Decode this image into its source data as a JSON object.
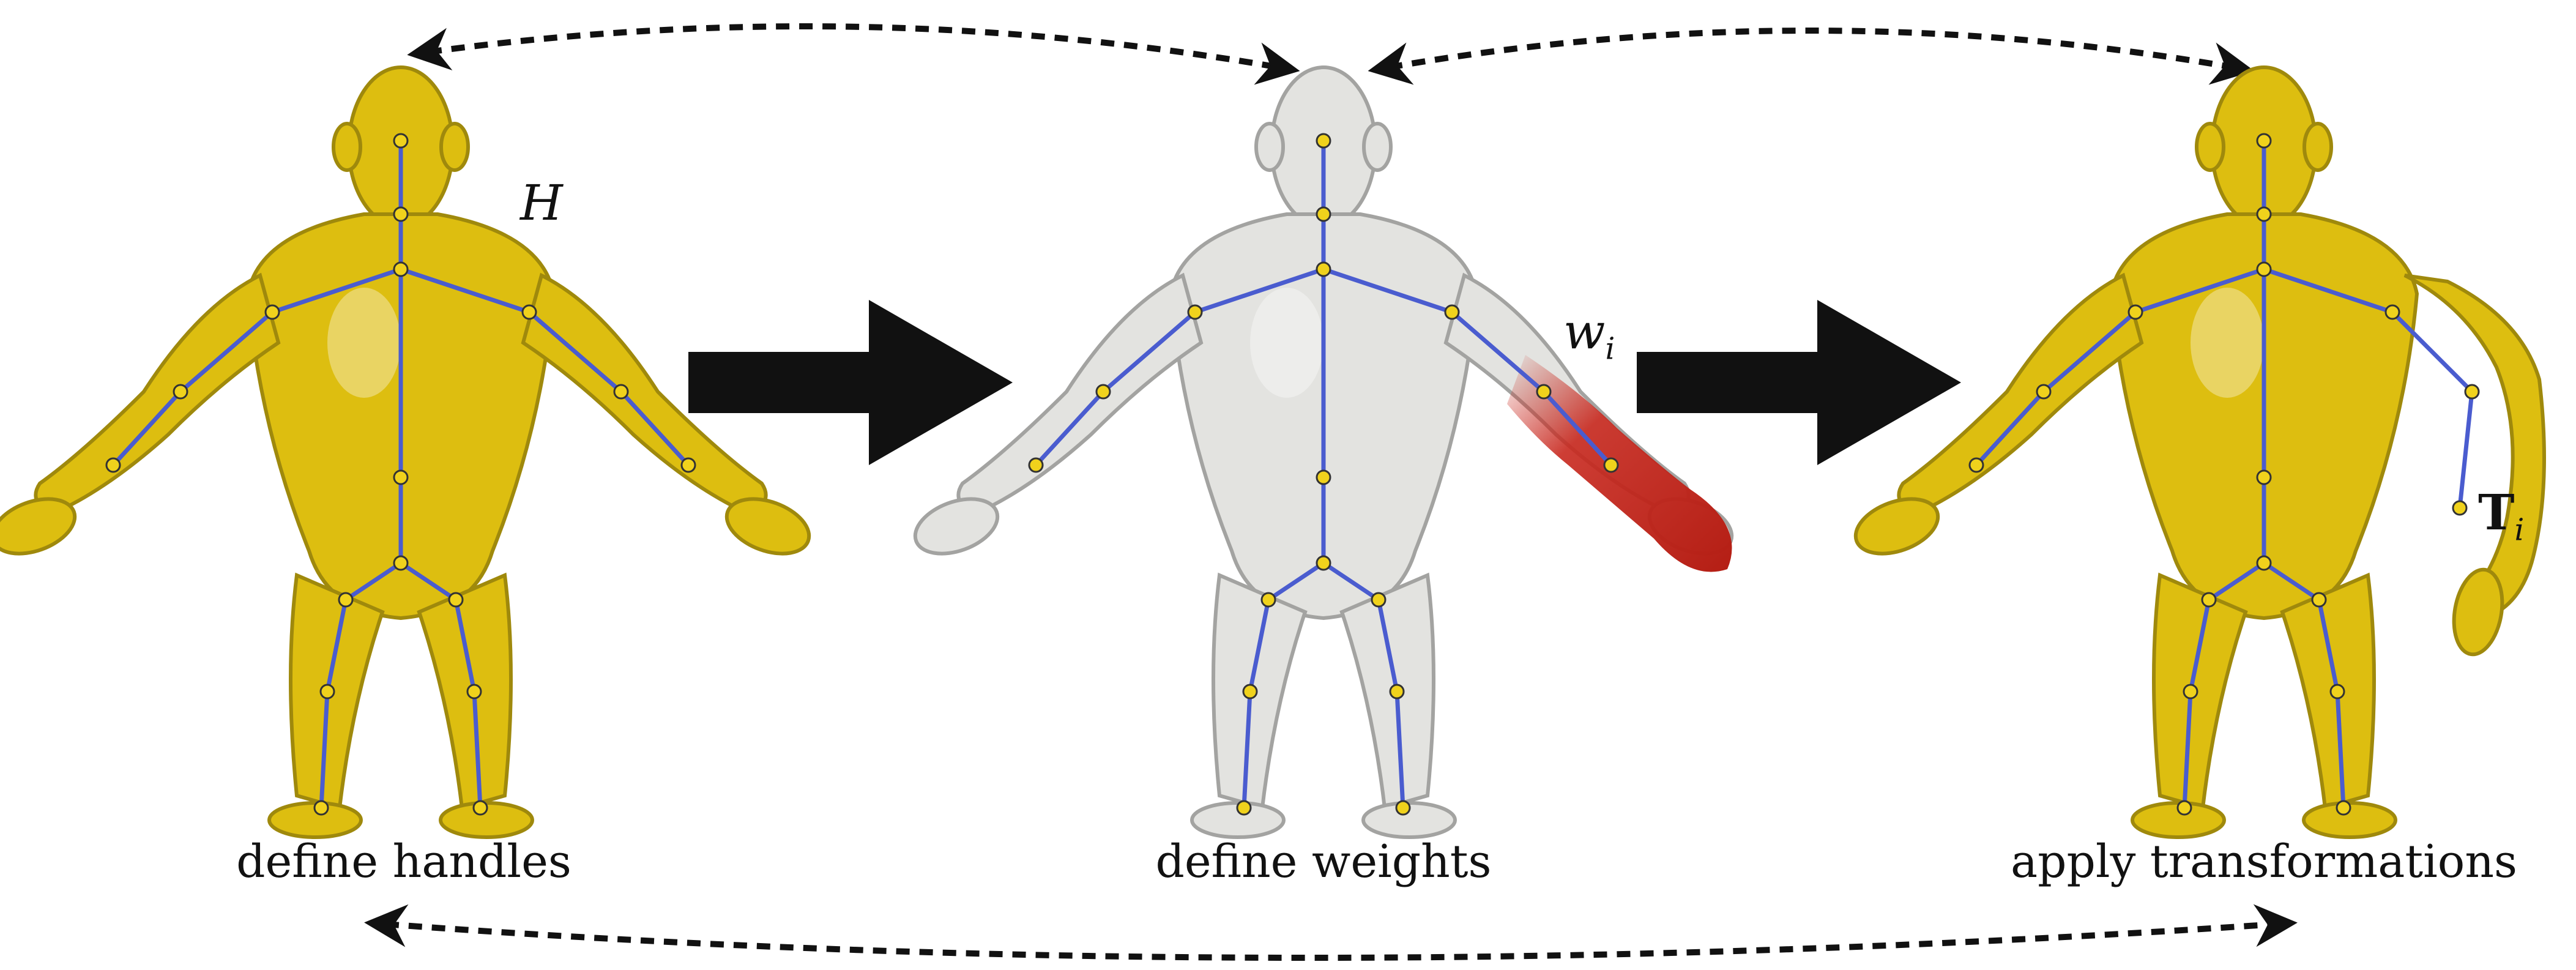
{
  "steps": [
    {
      "caption": "define handles",
      "color": "#ddbe10"
    },
    {
      "caption": "define weights",
      "color": "#e3e3e0"
    },
    {
      "caption": "apply transformations",
      "color": "#ddbe10"
    }
  ],
  "labels": {
    "handles_symbol": "H",
    "weight_symbol": "w",
    "weight_subscript": "i",
    "transform_symbol": "T",
    "transform_subscript": "i"
  },
  "colors": {
    "skeleton_bone": "#4a5ccf",
    "joint_fill": "#f0d21c",
    "weight_highlight": "#c8281e",
    "arrow": "#111111"
  }
}
